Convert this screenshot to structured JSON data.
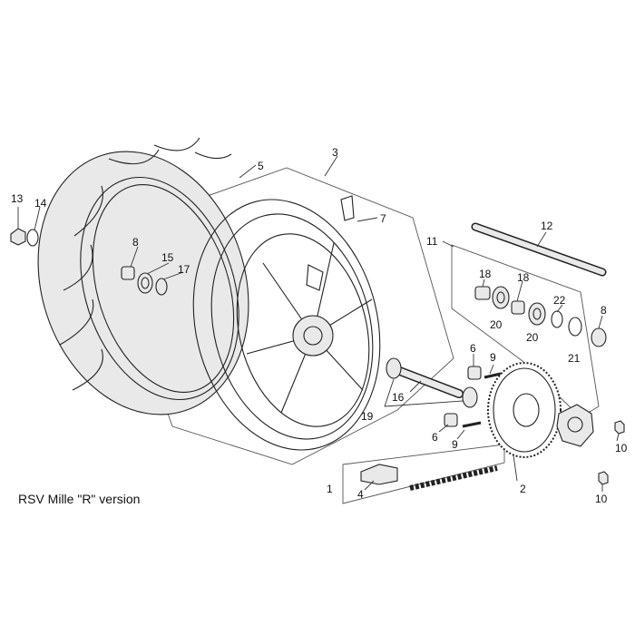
{
  "caption": "RSV Mille \"R\" version",
  "callouts": {
    "c1": "1",
    "c2": "2",
    "c3": "3",
    "c4": "4",
    "c5": "5",
    "c6a": "6",
    "c6b": "6",
    "c7": "7",
    "c8a": "8",
    "c8b": "8",
    "c9a": "9",
    "c9b": "9",
    "c10a": "10",
    "c10b": "10",
    "c11": "11",
    "c12": "12",
    "c13": "13",
    "c14": "14",
    "c15": "15",
    "c16": "16",
    "c17": "17",
    "c18a": "18",
    "c18b": "18",
    "c19": "19",
    "c20a": "20",
    "c20b": "20",
    "c21": "21",
    "c22": "22"
  }
}
